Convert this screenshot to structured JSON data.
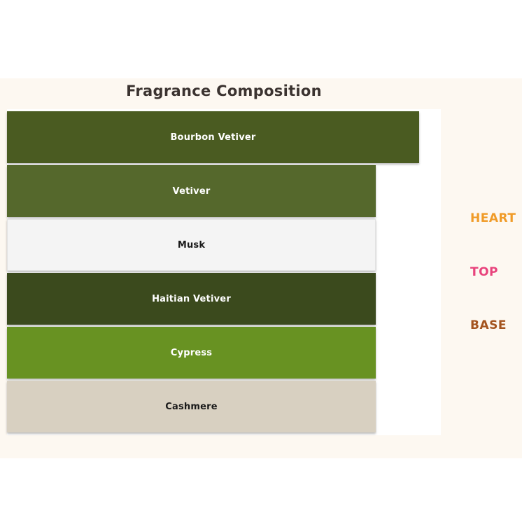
{
  "chart_data": {
    "type": "bar",
    "orientation": "horizontal",
    "title": "Fragrance Composition",
    "categories": [
      "Bourbon Vetiver",
      "Vetiver",
      "Musk",
      "Haitian Vetiver",
      "Cypress",
      "Cashmere"
    ],
    "widths_pct": [
      95,
      85,
      85,
      85,
      85,
      85
    ],
    "bar_colors": [
      "#4a5b21",
      "#55682c",
      "#f4f4f4",
      "#3b4a1d",
      "#689222",
      "#d8d0c1"
    ],
    "label_colors": [
      "#ffffff",
      "#ffffff",
      "#1a1a1a",
      "#ffffff",
      "#ffffff",
      "#1a1a1a"
    ],
    "legend_position": "right",
    "grid": false,
    "side_labels": [
      {
        "text": "HEART",
        "color": "#f09b28"
      },
      {
        "text": "TOP",
        "color": "#e8437c"
      },
      {
        "text": "BASE",
        "color": "#a4541f"
      }
    ],
    "colors": {
      "background_band": "#fdf8f1",
      "panel_background": "#ffffff",
      "title": "#3b3330"
    }
  }
}
